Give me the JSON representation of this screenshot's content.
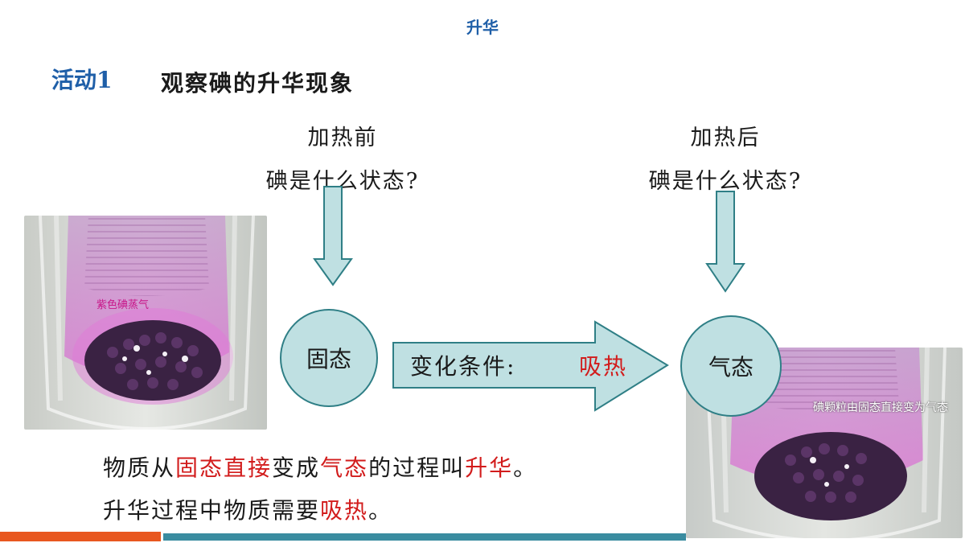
{
  "header": {
    "title": "升华"
  },
  "activity": {
    "label": "活动1",
    "title": "观察碘的升华现象"
  },
  "question_before": {
    "line1": "加热前",
    "line2": "碘是什么状态?"
  },
  "question_after": {
    "line1": "加热后",
    "line2": "碘是什么状态?"
  },
  "states": {
    "solid": "固态",
    "gas": "气态"
  },
  "condition": {
    "label": "变化条件:",
    "value": "吸热"
  },
  "photos": {
    "before_caption": "紫色碘蒸气",
    "after_caption": "碘颗粒由固态直接变为气态"
  },
  "conclusion": {
    "line1": {
      "p1": "物质从",
      "p2": "固态",
      "p3": "直接",
      "p4": "变成",
      "p5": "气态",
      "p6": "的过程叫",
      "p7": "升华",
      "p8": "。"
    },
    "line2": {
      "p1": "升华过程中物质需要",
      "p2": "吸热",
      "p3": "。"
    }
  },
  "colors": {
    "accent_blue": "#1f5fa8",
    "highlight_red": "#d21c1c",
    "shape_fill": "#bfe0e2",
    "shape_stroke": "#2f7f86",
    "bar_orange": "#e8571f",
    "bar_teal": "#3a8ca0"
  }
}
